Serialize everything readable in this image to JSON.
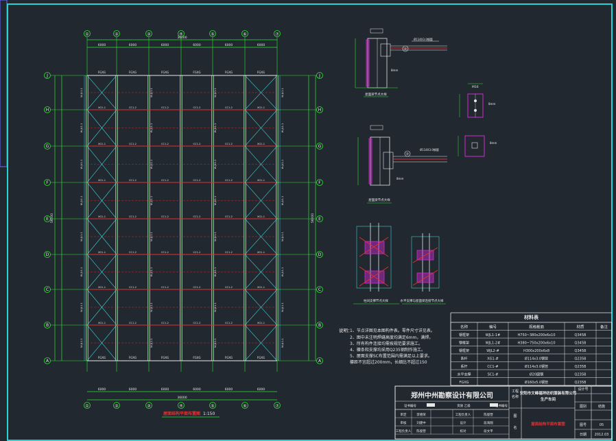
{
  "grid": {
    "cols": [
      "①",
      "②",
      "③",
      "④",
      "⑤",
      "⑥",
      "⑦"
    ],
    "rows": [
      "J",
      "H",
      "G",
      "F",
      "E",
      "D",
      "C",
      "B",
      "A"
    ],
    "top_dims": [
      "6000",
      "6000",
      "6000",
      "6000",
      "6000",
      "6000"
    ],
    "top_total": "36000",
    "side_total": "56000",
    "edge_beam": "FGXG",
    "inner_beam": "CC1-2",
    "brace_label": "XG1-1",
    "column_label": "W-JL1-1"
  },
  "plan_title": "屋面结构平面布置图",
  "plan_scale": "1:150",
  "details": {
    "d1_caption": "屋面梁节点大样",
    "d1_labels": [
      "8mm",
      "Ø114X3.0钢管"
    ],
    "d2_caption": "屋面梁节点大样",
    "d2_labels": [
      "8mm",
      "Ø114X3.0钢管"
    ],
    "plate_labels": [
      "M16",
      "8mm",
      "8mm"
    ],
    "d3_caption": "柱间支撑节点大样",
    "d4_caption": "水平支撑与屋面梁连接节点大样"
  },
  "notes": {
    "heading": "说明：",
    "lines": [
      "1、节点详图见本图构件表。零件尺寸详见表。",
      "2、图中未注明焊缝高度均满足6mm，满焊。",
      "3、所有构件连接均需按规范要求施工。",
      "4、檩条和支撑均采用Q235钢制作施工。",
      "5、屋面支撑SC布置范围内需满足以上要求。",
      "   檩距不宜超过200mm，长细比不超过150"
    ]
  },
  "material_table": {
    "title": "材料表",
    "headers": [
      "名称",
      "编号",
      "规格截面",
      "材质",
      "备注"
    ],
    "rows": [
      [
        "钢框架",
        "WJL1-1#",
        "H750~380x200x6x10",
        "Q345B",
        ""
      ],
      [
        "钢框架",
        "WJL1-2#",
        "H380~750x200x6x10",
        "Q345B",
        ""
      ],
      [
        "钢框架",
        "WJL2-#",
        "H300x200x6x8",
        "Q345B",
        ""
      ],
      [
        "系杆",
        "XG1-#",
        "Ø114x3.0钢管",
        "Q235B",
        ""
      ],
      [
        "系杆",
        "CC1-#",
        "Ø114x3.0钢管",
        "Q235B",
        ""
      ],
      [
        "水平支撑",
        "SC1-#",
        "Ø20圆钢",
        "Q235B",
        ""
      ],
      [
        "FGXG",
        "",
        "Ø160x5.0钢管",
        "Q235B",
        ""
      ]
    ]
  },
  "title_block": {
    "company": "郑州中州勘察设计有限公司",
    "project_label": "工程名称",
    "project": "安阳市文峰福祥纺织服装有限公司",
    "project_sub": "生产车间",
    "drawing_label": "图名",
    "drawing": "屋面结构平面布置图",
    "cert_a": "证书编号",
    "cert_b": "资质 乙级",
    "cert_c": "证书编号",
    "roles": [
      {
        "role": "审定",
        "name": "李德荣"
      },
      {
        "role": "审核",
        "name": "刘建中"
      },
      {
        "role": "工程负责人",
        "name": "陈俊营"
      }
    ],
    "roles2": [
      {
        "role": "工程负责人",
        "name": "陈俊营"
      },
      {
        "role": "设计",
        "name": "段海翔"
      },
      {
        "role": "校对",
        "name": "段文平"
      }
    ],
    "stage_label": "设计号",
    "stage": "",
    "type_label": "图别",
    "type": "结施",
    "num_label": "图号",
    "num": "05",
    "date_label": "日期",
    "date": "2012.03"
  },
  "colors": {
    "background": "#212830",
    "border": "#27d3d3",
    "grid_green": "#2ee82e",
    "beam_red": "#e53030",
    "brace_cyan": "#3fd0d0",
    "text_white": "#e8e8e8",
    "highlight_magenta": "#d02ad0",
    "edge_blue": "#6a6aff"
  }
}
